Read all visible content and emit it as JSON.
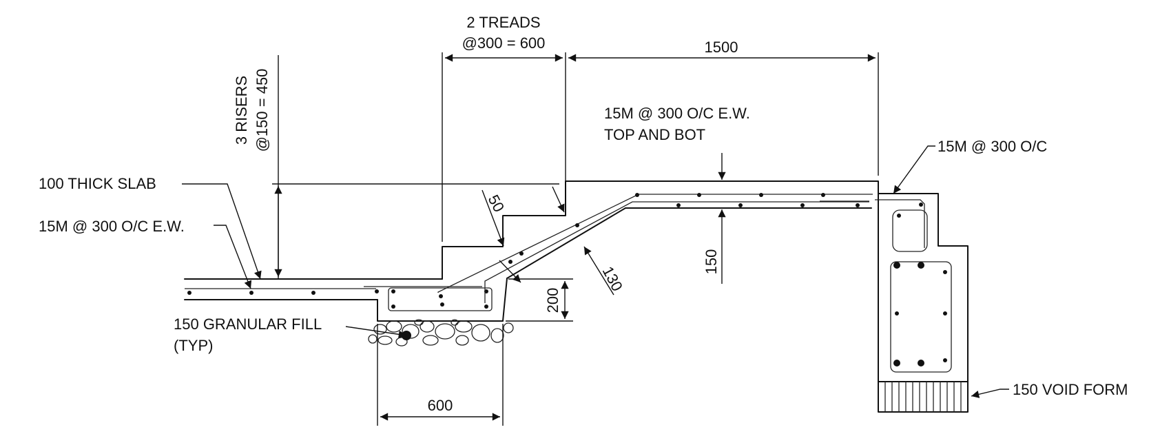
{
  "drawing": {
    "type": "stair section detail",
    "dimensions": {
      "treads_line1": "2 TREADS",
      "treads_line2": "@300 = 600",
      "landing": "1500",
      "risers_line1": "3 RISERS",
      "risers_line2": "@150 = 450",
      "chamfer": "50",
      "thickness_stair": "130",
      "thickness_landing": "150",
      "footing_depth": "200",
      "footing_width": "600"
    },
    "notes": {
      "landing_rebar_line1": "15M @ 300 O/C E.W.",
      "landing_rebar_line2": "TOP AND BOT",
      "wall_rebar": "15M @ 300 O/C",
      "slab": "100 THICK SLAB",
      "slab_rebar": "15M @ 300 O/C E.W.",
      "fill_line1": "150 GRANULAR FILL",
      "fill_line2": "(TYP)",
      "void_form": "150 VOID FORM"
    }
  }
}
